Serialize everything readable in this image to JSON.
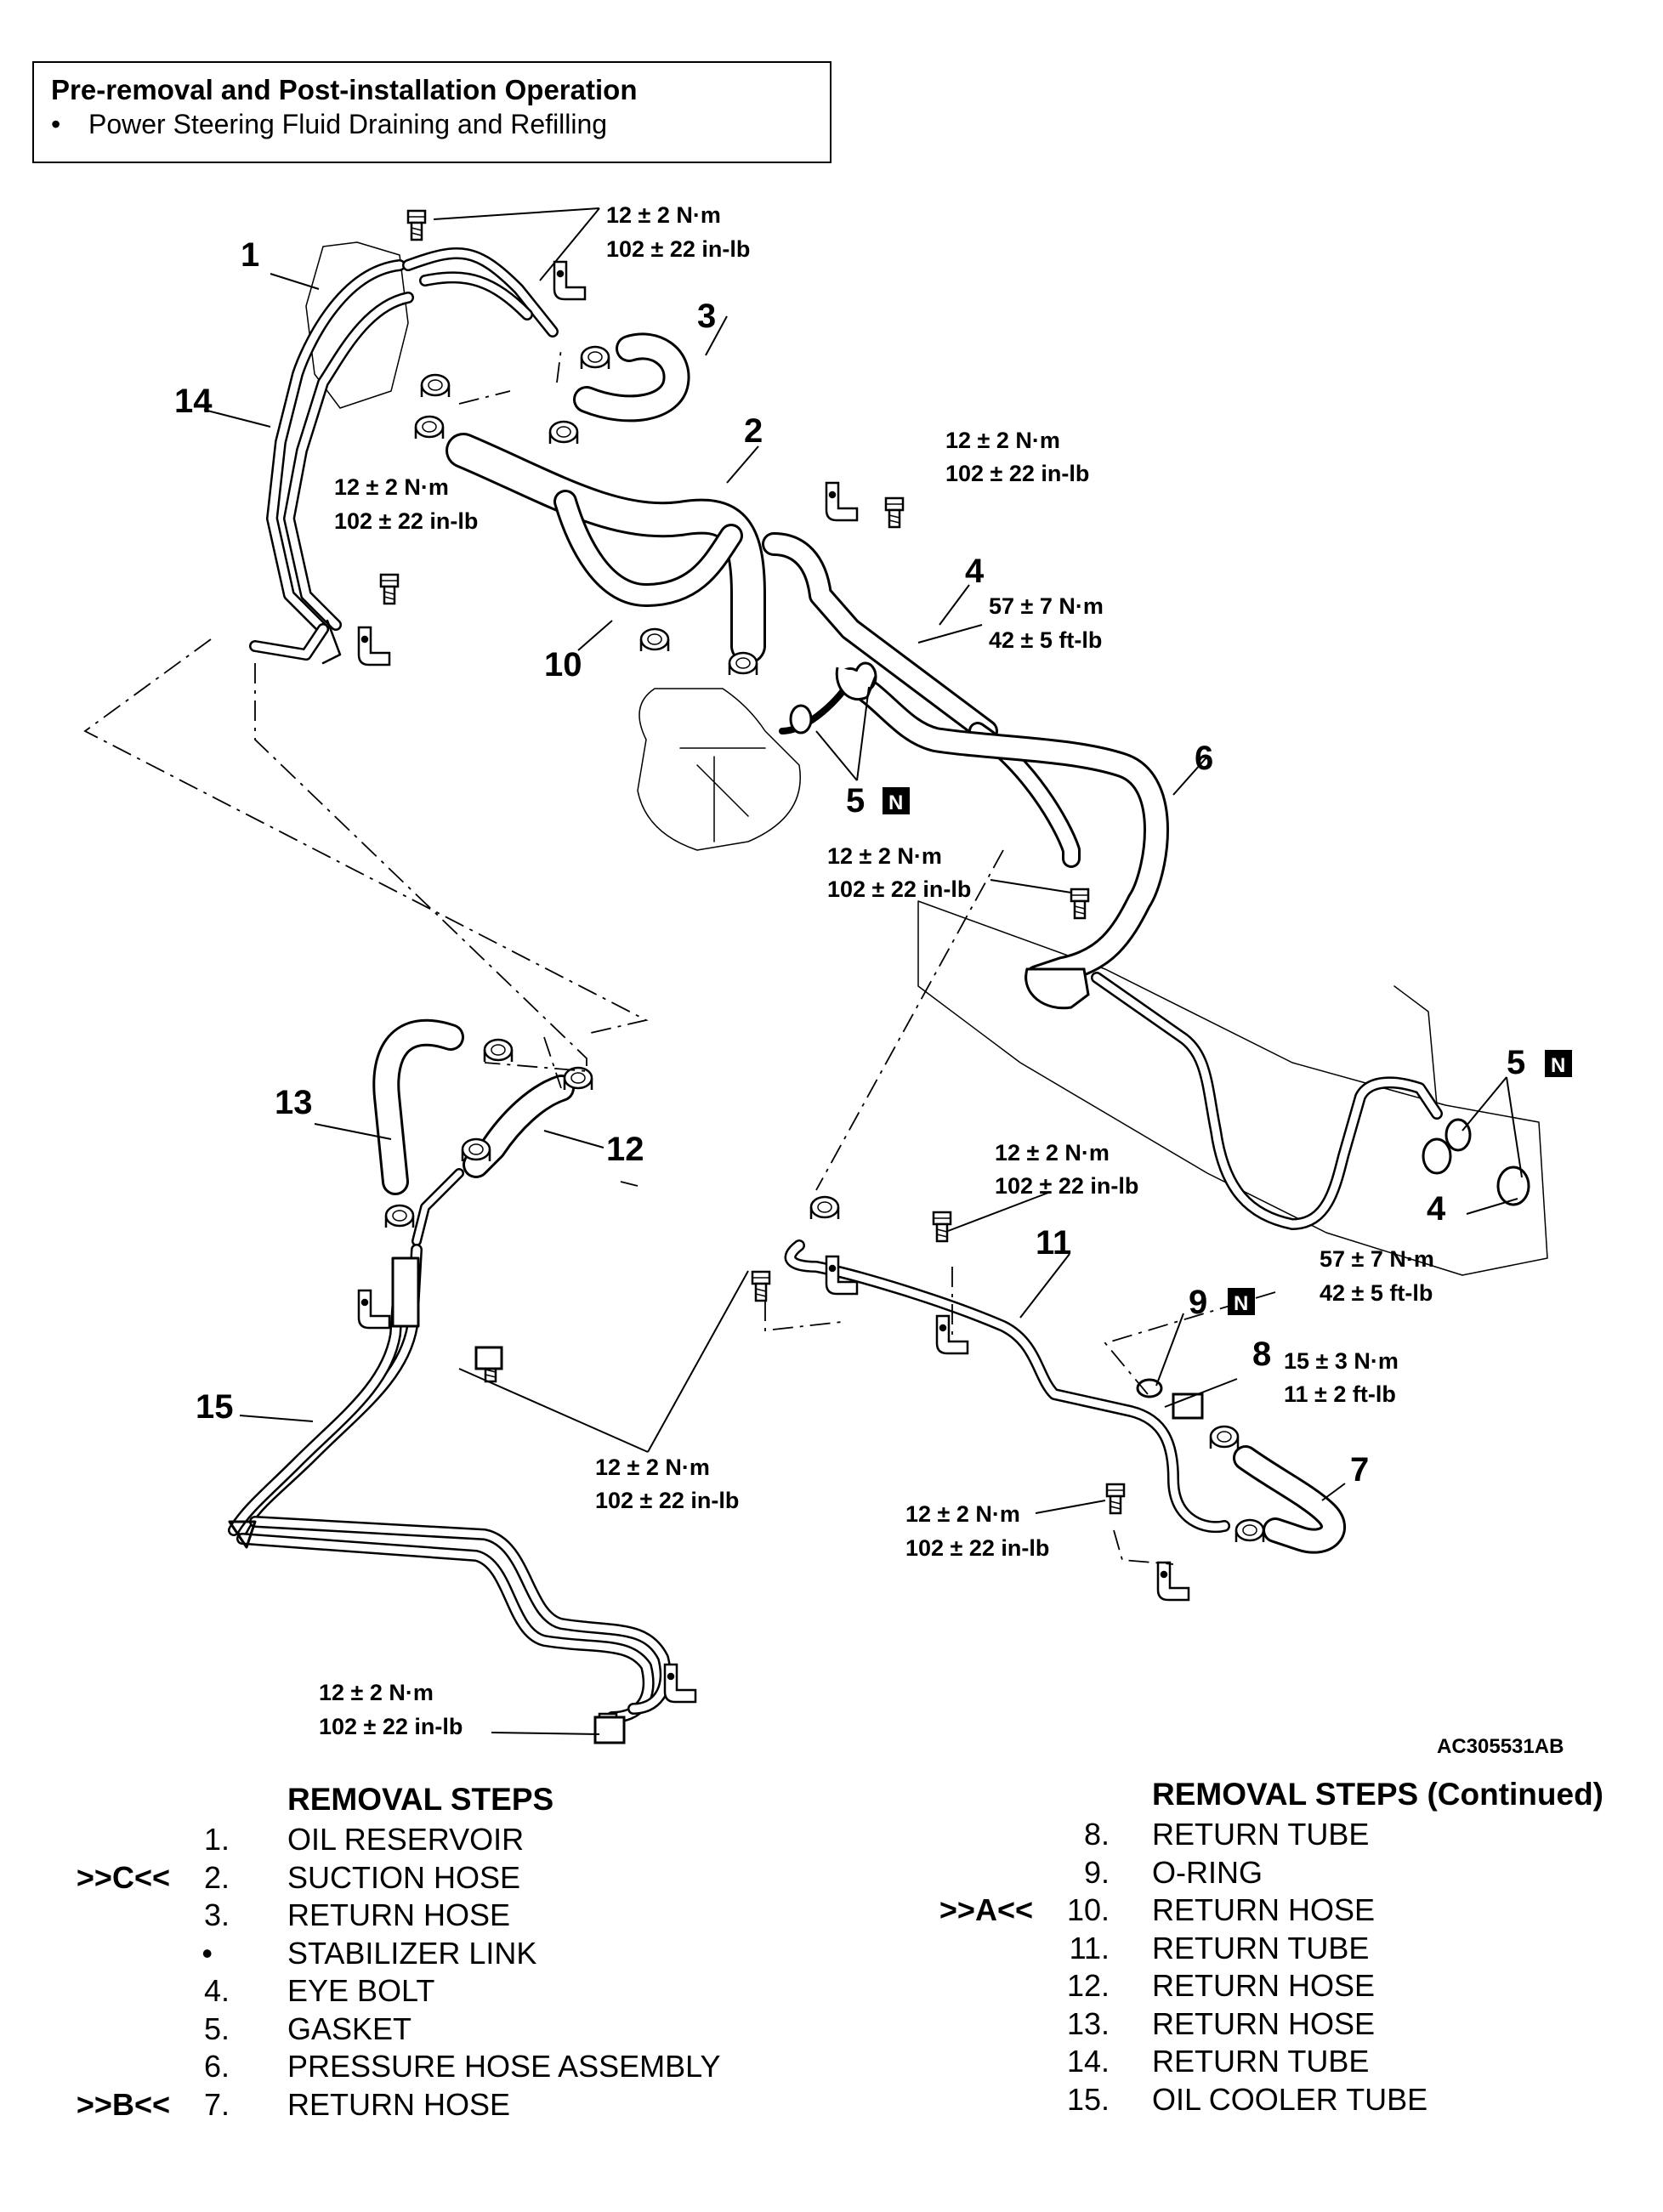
{
  "operation": {
    "title": "Pre-removal and Post-installation Operation",
    "item": "Power Steering Fluid Draining and Refilling"
  },
  "torque": {
    "t12": "12 ± 2 N·m",
    "t12_in": "102 ± 22 in-lb",
    "t57": "57 ± 7 N·m",
    "t57_ft": "42 ± 5 ft-lb",
    "t15": "15 ± 3 N·m",
    "t15_ft": "11 ± 2 ft-lb"
  },
  "callouts": {
    "c1": "1",
    "c2": "2",
    "c3": "3",
    "c4": "4",
    "c5": "5",
    "c6": "6",
    "c7": "7",
    "c8": "8",
    "c9": "9",
    "c10": "10",
    "c11": "11",
    "c12": "12",
    "c13": "13",
    "c14": "14",
    "c15": "15",
    "n": "N"
  },
  "figure_code": "AC305531AB",
  "removal_steps": {
    "title": "REMOVAL STEPS",
    "bullet": "•",
    "items": [
      {
        "marker": "",
        "num": "1.",
        "name": "OIL RESERVOIR"
      },
      {
        "marker": ">>C<<",
        "num": "2.",
        "name": "SUCTION HOSE"
      },
      {
        "marker": "",
        "num": "3.",
        "name": "RETURN HOSE"
      },
      {
        "marker": "",
        "num": "",
        "name": "STABILIZER LINK"
      },
      {
        "marker": "",
        "num": "4.",
        "name": "EYE BOLT"
      },
      {
        "marker": "",
        "num": "5.",
        "name": "GASKET"
      },
      {
        "marker": "",
        "num": "6.",
        "name": "PRESSURE HOSE ASSEMBLY"
      },
      {
        "marker": ">>B<<",
        "num": "7.",
        "name": "RETURN HOSE"
      }
    ]
  },
  "removal_steps_continued": {
    "title": "REMOVAL STEPS (Continued)",
    "items": [
      {
        "marker": "",
        "num": "8.",
        "name": "RETURN TUBE"
      },
      {
        "marker": "",
        "num": "9.",
        "name": "O-RING"
      },
      {
        "marker": ">>A<<",
        "num": "10.",
        "name": "RETURN HOSE"
      },
      {
        "marker": "",
        "num": "11.",
        "name": "RETURN TUBE"
      },
      {
        "marker": "",
        "num": "12.",
        "name": "RETURN HOSE"
      },
      {
        "marker": "",
        "num": "13.",
        "name": "RETURN HOSE"
      },
      {
        "marker": "",
        "num": "14.",
        "name": "RETURN TUBE"
      },
      {
        "marker": "",
        "num": "15.",
        "name": "OIL COOLER TUBE"
      }
    ]
  }
}
